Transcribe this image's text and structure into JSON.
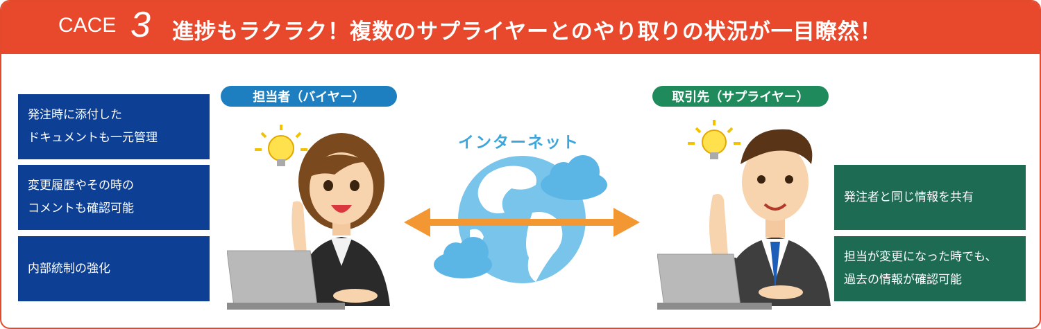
{
  "header": {
    "case_label": "CACE",
    "case_number": "3",
    "headline": "進捗もラクラク！複数のサプライヤーとのやり取りの状況が一目瞭然！"
  },
  "left_panel": {
    "items": [
      {
        "lines": [
          "発注時に添付した",
          "ドキュメントも一元管理"
        ]
      },
      {
        "lines": [
          "変更履歴やその時の",
          "コメントも確認可能"
        ]
      },
      {
        "lines": [
          "内部統制の強化"
        ]
      }
    ]
  },
  "buyer": {
    "label": "担当者（バイヤー）"
  },
  "supplier": {
    "label": "取引先（サプライヤー）"
  },
  "network": {
    "label": "インターネット"
  },
  "right_panel": {
    "items": [
      {
        "lines": [
          "発注者と同じ情報を共有"
        ]
      },
      {
        "lines": [
          "担当が変更になった時でも、",
          "過去の情報が確認可能"
        ]
      }
    ]
  },
  "colors": {
    "header_red": "#e8492c",
    "left_box_blue": "#0d3f95",
    "right_box_green": "#1d6b52",
    "buyer_pill": "#1e7fc0",
    "supplier_pill": "#1f8a5c",
    "arrow_orange": "#f39733",
    "internet_blue": "#3aa6dc"
  },
  "icons": [
    "lightbulb-icon",
    "globe-icon",
    "cloud-icon",
    "double-arrow-icon",
    "laptop-icon"
  ]
}
